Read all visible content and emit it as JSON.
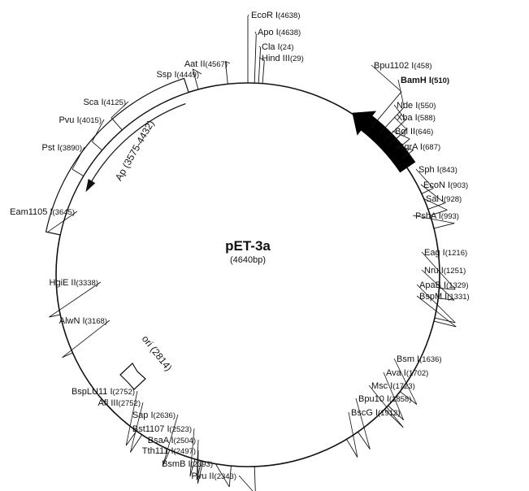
{
  "plasmid": {
    "name": "pET-3a",
    "size_label": "(4640bp)",
    "size_bp": 4640
  },
  "colors": {
    "ink": "#111111",
    "background": "#ffffff",
    "feature_fill": "#000000"
  },
  "features": {
    "ampicillin": {
      "label": "Ap (3575-4432)",
      "start": 3575,
      "end": 4432,
      "strand": "reverse"
    },
    "origin": {
      "label": "ori (2814)",
      "position": 2814
    },
    "t7_promoter_arrow": {
      "start": 510,
      "end": 660,
      "fill": "#000000"
    }
  },
  "sites": [
    {
      "name": "EcoR I",
      "pos": "(4638)"
    },
    {
      "name": "Apo I",
      "pos": "(4638)"
    },
    {
      "name": "Cla I",
      "pos": "(24)"
    },
    {
      "name": "Hind III",
      "pos": "(29)"
    },
    {
      "name": "Bpu1102 I",
      "pos": "(458)"
    },
    {
      "name": "BamH I",
      "pos": "(510)",
      "bold": true
    },
    {
      "name": "Nde I",
      "pos": "(550)"
    },
    {
      "name": "Xba I",
      "pos": "(588)"
    },
    {
      "name": "Bgl II",
      "pos": "(646)"
    },
    {
      "name": "SgrA I",
      "pos": "(687)"
    },
    {
      "name": "Sph I",
      "pos": "(843)"
    },
    {
      "name": "EcoN I",
      "pos": "(903)"
    },
    {
      "name": "Sal I",
      "pos": "(928)"
    },
    {
      "name": "PshA I",
      "pos": "(993)"
    },
    {
      "name": "Eag I",
      "pos": "(1216)"
    },
    {
      "name": "Nru I",
      "pos": "(1251)"
    },
    {
      "name": "ApaB I",
      "pos": "(1329)"
    },
    {
      "name": "BspM I",
      "pos": "(1331)"
    },
    {
      "name": "Bsm I",
      "pos": "(1636)"
    },
    {
      "name": "Ava I",
      "pos": "(1702)"
    },
    {
      "name": "Msc I",
      "pos": "(1723)"
    },
    {
      "name": "Bpu10 I",
      "pos": "(1858)"
    },
    {
      "name": "BscG I",
      "pos": "(1912)"
    },
    {
      "name": "Pvu II",
      "pos": "(2343)"
    },
    {
      "name": "BsmB I",
      "pos": "(2393)"
    },
    {
      "name": "Tth111 I",
      "pos": "(2497)"
    },
    {
      "name": "BsaA I",
      "pos": "(2504)"
    },
    {
      "name": "Bst1107 I",
      "pos": "(2523)"
    },
    {
      "name": "Sap I",
      "pos": "(2636)"
    },
    {
      "name": "Afl III",
      "pos": "(2752)"
    },
    {
      "name": "BspLU11 I",
      "pos": "(2752)"
    },
    {
      "name": "AlwN I",
      "pos": "(3168)"
    },
    {
      "name": "HgiE II",
      "pos": "(3338)"
    },
    {
      "name": "Eam1105 I",
      "pos": "(3645)"
    },
    {
      "name": "Pst I",
      "pos": "(3890)"
    },
    {
      "name": "Pvu I",
      "pos": "(4015)"
    },
    {
      "name": "Sca I",
      "pos": "(4125)"
    },
    {
      "name": "Ssp I",
      "pos": "(4449)"
    },
    {
      "name": "Aat II",
      "pos": "(4567)"
    }
  ]
}
